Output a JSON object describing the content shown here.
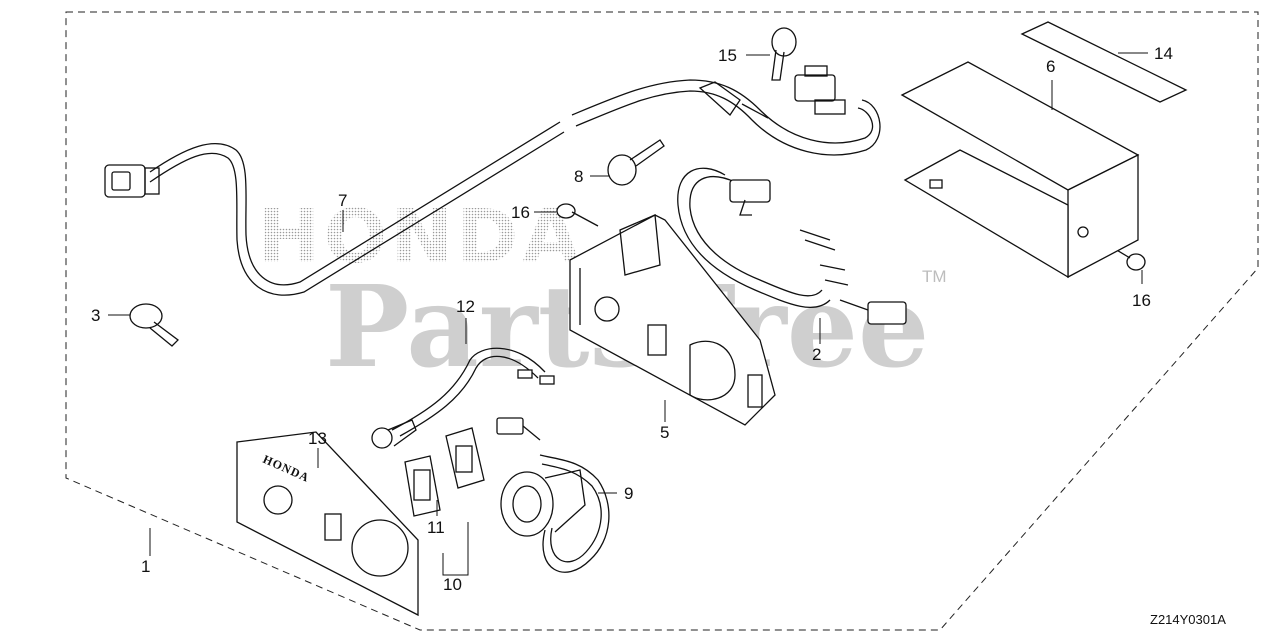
{
  "diagram": {
    "drawing_code": "Z214Y0301A",
    "watermark": {
      "brand": "PartsTree",
      "trademark": "TM",
      "ghost_text": "HONDA"
    },
    "plate_text": "HONDA",
    "callouts": [
      {
        "id": "c1",
        "label": "1"
      },
      {
        "id": "c2",
        "label": "2"
      },
      {
        "id": "c3",
        "label": "3"
      },
      {
        "id": "c5",
        "label": "5"
      },
      {
        "id": "c6",
        "label": "6"
      },
      {
        "id": "c7",
        "label": "7"
      },
      {
        "id": "c8",
        "label": "8"
      },
      {
        "id": "c9",
        "label": "9"
      },
      {
        "id": "c10",
        "label": "10"
      },
      {
        "id": "c11",
        "label": "11"
      },
      {
        "id": "c12",
        "label": "12"
      },
      {
        "id": "c13",
        "label": "13"
      },
      {
        "id": "c14",
        "label": "14"
      },
      {
        "id": "c15",
        "label": "15"
      },
      {
        "id": "c16a",
        "label": "16"
      },
      {
        "id": "c16b",
        "label": "16"
      }
    ]
  }
}
